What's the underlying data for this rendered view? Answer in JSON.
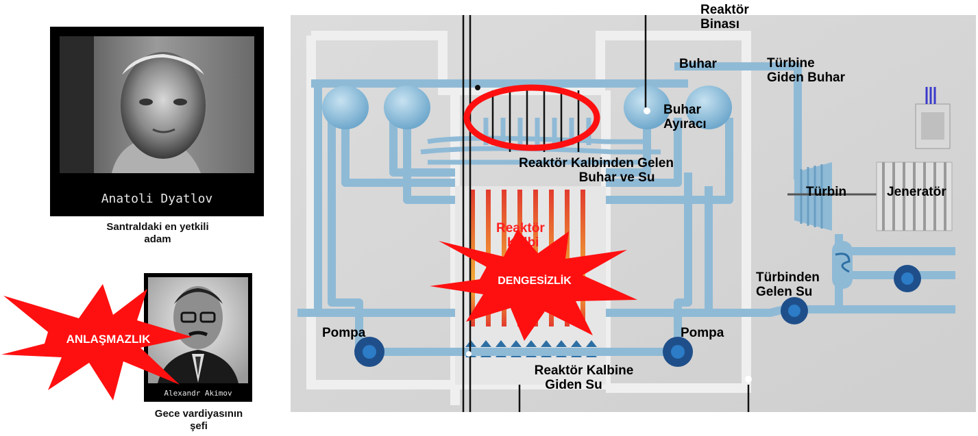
{
  "person1": {
    "name_plate": "Anatoli Dyatlov",
    "caption_line1": "Santraldaki en yetkili",
    "caption_line2": "adam"
  },
  "person2": {
    "name_plate": "Alexandr Akimov",
    "caption_line1": "Gece vardiyasının",
    "caption_line2": "şefi"
  },
  "burst_left": {
    "text": "ANLAŞMAZLIK"
  },
  "burst_center": {
    "text": "DENGESİZLİK"
  },
  "diagram": {
    "reactor_building": {
      "line1": "Reaktör",
      "line2": "Binası"
    },
    "steam": "Buhar",
    "steam_to_turbine": {
      "line1": "Türbine",
      "line2": "Giden Buhar"
    },
    "steam_separator": {
      "line1": "Buhar",
      "line2": "Ayıracı"
    },
    "from_core": {
      "line1": "Reaktör Kalbinden Gelen",
      "line2": "Buhar ve Su"
    },
    "turbine": "Türbin",
    "generator": "Jeneratör",
    "core": {
      "line1": "Reaktör",
      "line2": "Kalbi"
    },
    "from_turbine": {
      "line1": "Türbinden",
      "line2": "Gelen Su"
    },
    "pump_left": "Pompa",
    "pump_right": "Pompa",
    "to_core": {
      "line1": "Reaktör Kalbine",
      "line2": "Giden Su"
    }
  }
}
